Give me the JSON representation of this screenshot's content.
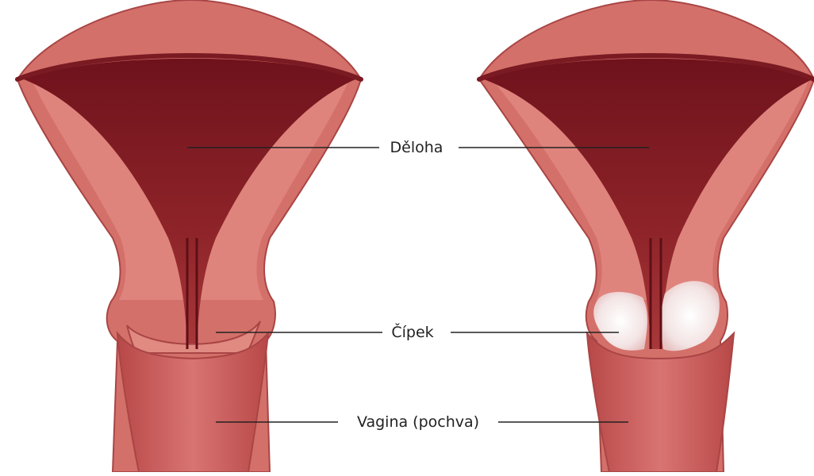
{
  "labels": {
    "uterus": "Děloha",
    "cervix": "Čípek",
    "vagina": "Vagina (pochva)"
  },
  "colors": {
    "background": "#ffffff",
    "outer_wall": "#d4706a",
    "outer_wall_edge": "#a94545",
    "inner_wall": "#e8958c",
    "cavity_dark": "#7a1a22",
    "cavity_mid": "#9a2c30",
    "vagina_wall": "#c95858",
    "vagina_lumen": "#d66b68",
    "lesion": "#f5ecec",
    "leader_line": "#222222",
    "label_text": "#222222"
  }
}
